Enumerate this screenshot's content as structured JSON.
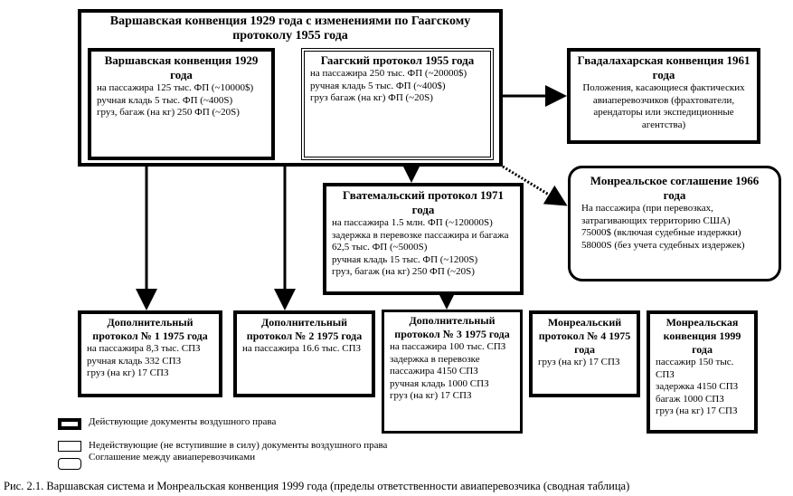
{
  "outer": {
    "title": "Варшавская конвенция 1929 года с изменениями по Гаагскому протоколу 1955 года"
  },
  "warsaw": {
    "title": "Варшавская конвенция 1929 года",
    "lines": [
      "на пассажира 125 тыс. ФП (~10000$)",
      "ручная кладь 5 тыс.  ФП (~400S)",
      "груз, багаж (на кг) 250 ФП (~20S)"
    ]
  },
  "hague": {
    "title": "Гаагский протокол 1955 года",
    "lines": [
      "на пассажира 250 тыс. ФП (~20000$)",
      "ручная кладь 5 тыс. ФП (~400$)",
      "груз багаж (на кг) ФП (~20S)"
    ]
  },
  "guadalajara": {
    "title": "Гвадалахарская конвенция 1961 года",
    "lines": [
      "Положения, касающиеся фактических авиаперевозчиков (фрахтователи, арендаторы или экспедиционные агентства)"
    ]
  },
  "montreal_agreement": {
    "title": "Монреальское соглашение 1966 года",
    "lines": [
      "На пассажира (при перевозках, затрагивающих территорию США)",
      "75000$ (включая судебные издержки)",
      "58000S (без учета судебных издержек)"
    ]
  },
  "guatemala": {
    "title": "Гватемальский протокол 1971 года",
    "lines": [
      "на пассажира 1.5 млн. ФП (~120000S)",
      "задержка в перевозке пассажира и багажа 62,5 тыс. ФП (~5000S)",
      "ручная кладь 15 тыс. ФП (~1200S)",
      "груз, багаж (на кг) 250 ФП (~20S)"
    ]
  },
  "protocol1": {
    "title": "Дополнительный протокол № 1 1975 года",
    "lines": [
      "на пассажира 8,3 тыс. СПЗ",
      "ручная кладь 332 СПЗ",
      "груз (на кг) 17 СПЗ"
    ]
  },
  "protocol2": {
    "title": "Дополнительный протокол № 2 1975 года",
    "lines": [
      "на пассажира 16.6 тыс. СПЗ"
    ]
  },
  "protocol3": {
    "title": "Дополнительный протокол № 3 1975 года",
    "lines": [
      "на пассажира 100 тыс. СПЗ",
      "задержка в перевозке пассажира 4150 СПЗ",
      "ручная кладь 1000 СПЗ",
      "груз (на кг) 17 СПЗ"
    ]
  },
  "protocol4": {
    "title": "Монреальский протокол № 4 1975 года",
    "lines": [
      "груз (на кг) 17 СПЗ"
    ]
  },
  "montreal1999": {
    "title": "Монреальская конвенция 1999 года",
    "lines": [
      "пассажир 150 тыс. СПЗ",
      "задержка 4150 СПЗ",
      "багаж 1000 СПЗ",
      "груз (на кг) 17 СПЗ"
    ]
  },
  "legend": {
    "items": [
      "Действующие документы воздушного права",
      "Недействующие (не вступившие в силу) документы воздушного права",
      "Соглашение между авиаперевозчиками"
    ]
  },
  "caption": "Рис. 2.1. Варшавская система и Монреальская конвенция 1999 года (пределы ответственности авиаперевозчика (сводная  таблица)"
}
